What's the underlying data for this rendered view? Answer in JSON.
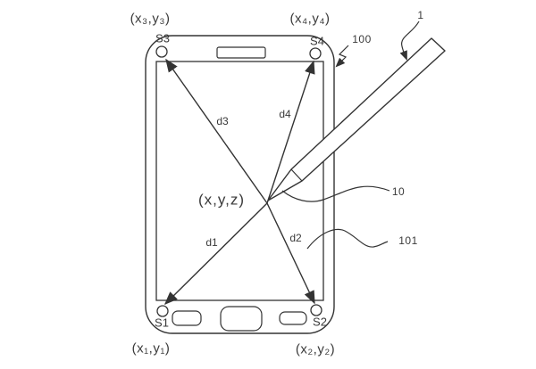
{
  "figure": {
    "type": "patent-drawing",
    "background_color": "#ffffff",
    "ink_color": "#333333"
  },
  "labels": {
    "coord_s3": "(x₃,y₃)",
    "coord_s4": "(x₄,y₄)",
    "coord_s1": "(x₁,y₁)",
    "coord_s2": "(x₂,y₂)",
    "sensor_s3": "S3",
    "sensor_s4": "S4",
    "sensor_s1": "S1",
    "sensor_s2": "S2",
    "touch_point": "(x,y,z)",
    "d1": "d1",
    "d2": "d2",
    "d3": "d3",
    "d4": "d4",
    "ref_1": "1",
    "ref_10": "10",
    "ref_100": "100",
    "ref_101": "101"
  }
}
